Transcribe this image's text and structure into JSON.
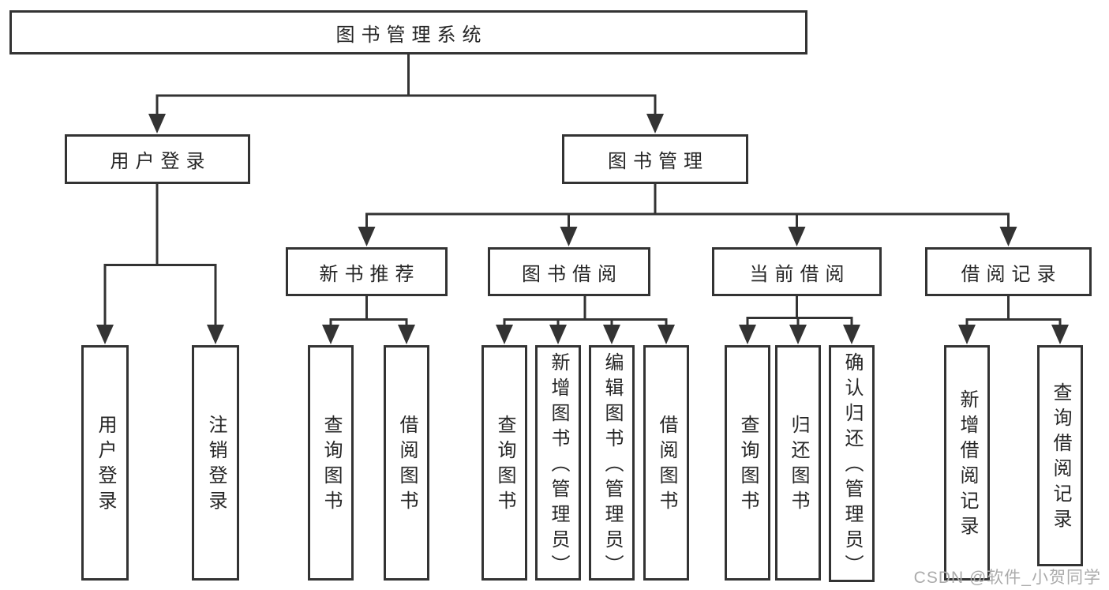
{
  "diagram": {
    "root": {
      "label": "图书管理系统"
    },
    "branches": {
      "user_login": {
        "label": "用户登录",
        "children": [
          "用户登录",
          "注销登录"
        ]
      },
      "book_management": {
        "label": "图书管理",
        "children": {
          "new_book_recommend": {
            "label": "新书推荐",
            "children": [
              "查询图书",
              "借阅图书"
            ]
          },
          "book_borrow": {
            "label": "图书借阅",
            "children": [
              "查询图书",
              "新增图书（管理员）",
              "编辑图书（管理员）",
              "借阅图书"
            ]
          },
          "current_borrow": {
            "label": "当前借阅",
            "children": [
              "查询图书",
              "归还图书",
              "确认归还（管理员）"
            ]
          },
          "borrow_record": {
            "label": "借阅记录",
            "children": [
              "新增借阅记录",
              "查询借阅记录"
            ]
          }
        }
      }
    }
  },
  "watermark": {
    "text": "CSDN @软件_小贺同学"
  },
  "colors": {
    "line": "#333333",
    "text": "#262626",
    "watermark": "#ababab",
    "background": "#ffffff"
  }
}
